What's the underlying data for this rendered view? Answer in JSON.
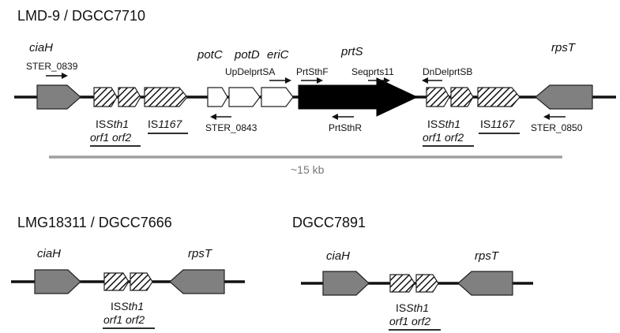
{
  "strains": {
    "top": "LMD-9 / DGCC7710",
    "left": "LMG18311 / DGCC7666",
    "right": "DGCC7891"
  },
  "genes": {
    "ciaH": "ciaH",
    "rpsT": "rpsT",
    "potC": "potC",
    "potD": "potD",
    "eriC": "eriC",
    "prtS": "prtS"
  },
  "primers": {
    "ster0839": "STER_0839",
    "upDelprtSA": "UpDelprtSA",
    "prtSthF": "PrtSthF",
    "seqprts11": "Seqprts11",
    "dnDelprtSB": "DnDelprtSB",
    "ster0843": "STER_0843",
    "prtSthR": "PrtSthR",
    "ster0850": "STER_0850"
  },
  "is_elements": {
    "is_prefix": "IS",
    "sth1_suffix": "Sth1",
    "is1167_num": "1167",
    "orf_labels": "orf1 orf2"
  },
  "scale_bar": "~15 kb",
  "colors": {
    "grey_gene": "#7f7f7f",
    "prtS_gene": "#000000",
    "scale_line": "#a0a0a0",
    "backbone": "#111111"
  }
}
